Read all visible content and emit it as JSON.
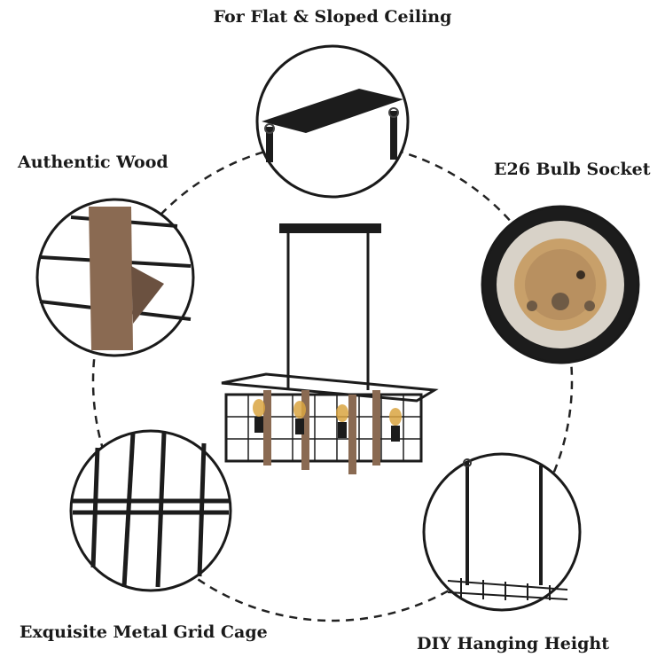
{
  "labels": {
    "ceiling": "For Flat & Sloped Ceiling",
    "wood": "Authentic Wood",
    "socket": "E26 Bulb Socket",
    "cage": "Exquisite Metal Grid Cage",
    "height": "DIY Hanging Height"
  },
  "colors": {
    "metal": "#1c1c1c",
    "wood": "#8a6a52",
    "bulb": "#d9a441",
    "ceramic": "#d8d2c8"
  }
}
